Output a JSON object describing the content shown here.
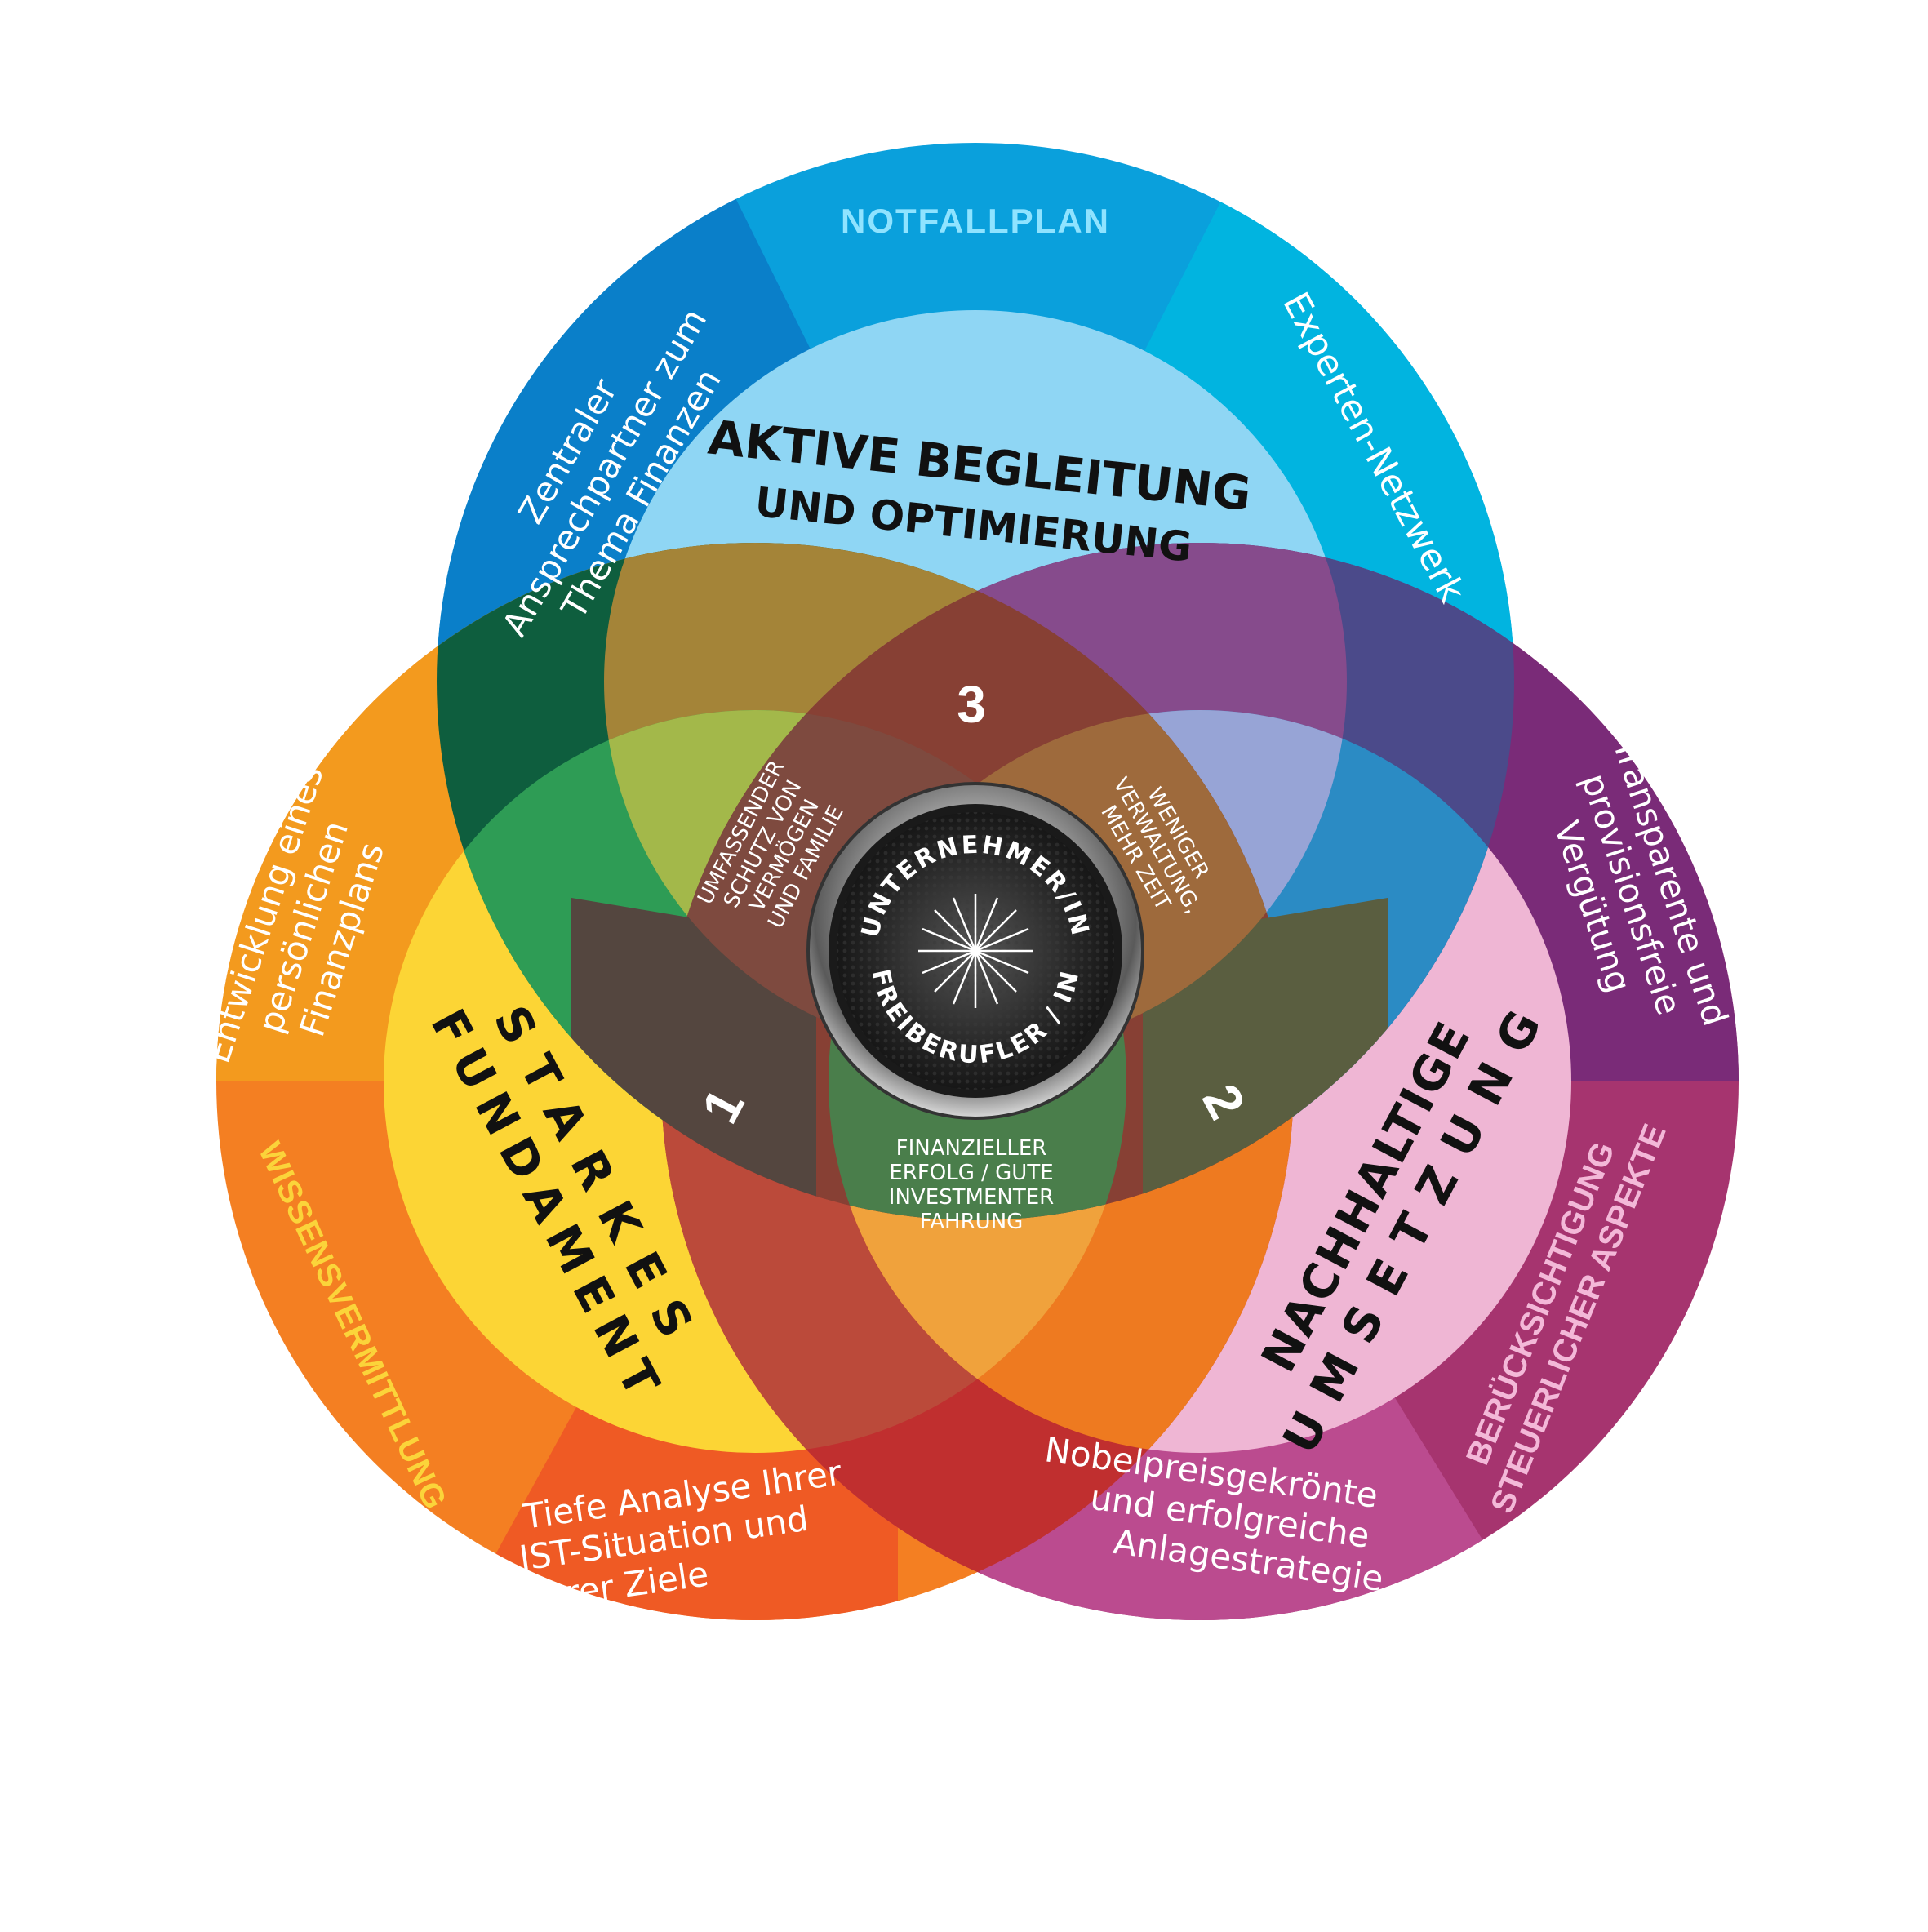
{
  "venn": {
    "top": {
      "title_line1": "AKTIVE BEGLEITUNG",
      "title_line2": "UND OPTIMIERUNG",
      "outer_top": "NOTFALLPLAN",
      "outer_left": [
        "Zentraler",
        "Ansprechpartner zum",
        "Thema Finanzen"
      ],
      "outer_right": "Experten-Netzwerk",
      "number": "3"
    },
    "left": {
      "title_line1": "STARKES",
      "title_line2": "FUNDAMENT",
      "outer_top": [
        "Entwicklung eines",
        "persönlichen",
        "Finanzplans"
      ],
      "outer_left": "WISSENSVERMITTLUNG",
      "outer_bottom": [
        "Tiefe Analyse Ihrer",
        "IST-Situation und",
        "Ihrer Ziele"
      ],
      "number": "1"
    },
    "right": {
      "title_line1": "NACHHALTIGE",
      "title_line2": "UMSETZUNG",
      "outer_top": [
        "Transparente und",
        "provisionsfreie",
        "Vergütung"
      ],
      "outer_right": [
        "BERÜCKSICHTIGUNG",
        "STEUERLICHER ASPEKTE"
      ],
      "outer_bottom": [
        "Nobelpreisgekrönte",
        "und erfolgreiche",
        "Anlagestrategie"
      ],
      "number": "2"
    },
    "overlaps": {
      "top_left": [
        "UMFASSENDER",
        "SCHUTZ VON",
        "VERMÖGEN",
        "UND FAMILIE"
      ],
      "top_right": [
        "WENIGER",
        "VERWALTUNG,",
        "MEHR ZEIT"
      ],
      "bottom": [
        "FINANZIELLER",
        "ERFOLG / GUTE",
        "INVESTMENTER",
        "FAHRUNG"
      ]
    },
    "center": {
      "top_text": "UNTERNEHMER/IN",
      "bottom_text": "FREIBERUFLER / IN"
    }
  },
  "colors": {
    "blue_dark": "#0a7fc9",
    "blue_mid": "#0aa0dc",
    "blue_light": "#8fd6f4",
    "orange": "#f39a1e",
    "orange_red": "#ef5a24",
    "yellow": "#fcd535",
    "magenta": "#a6346f",
    "pink": "#efb6d4",
    "purple": "#7a2b78",
    "notfall_text": "#8fe3ff",
    "wissens_text": "#fbd43a",
    "steuer_text": "#f3b8d8"
  }
}
